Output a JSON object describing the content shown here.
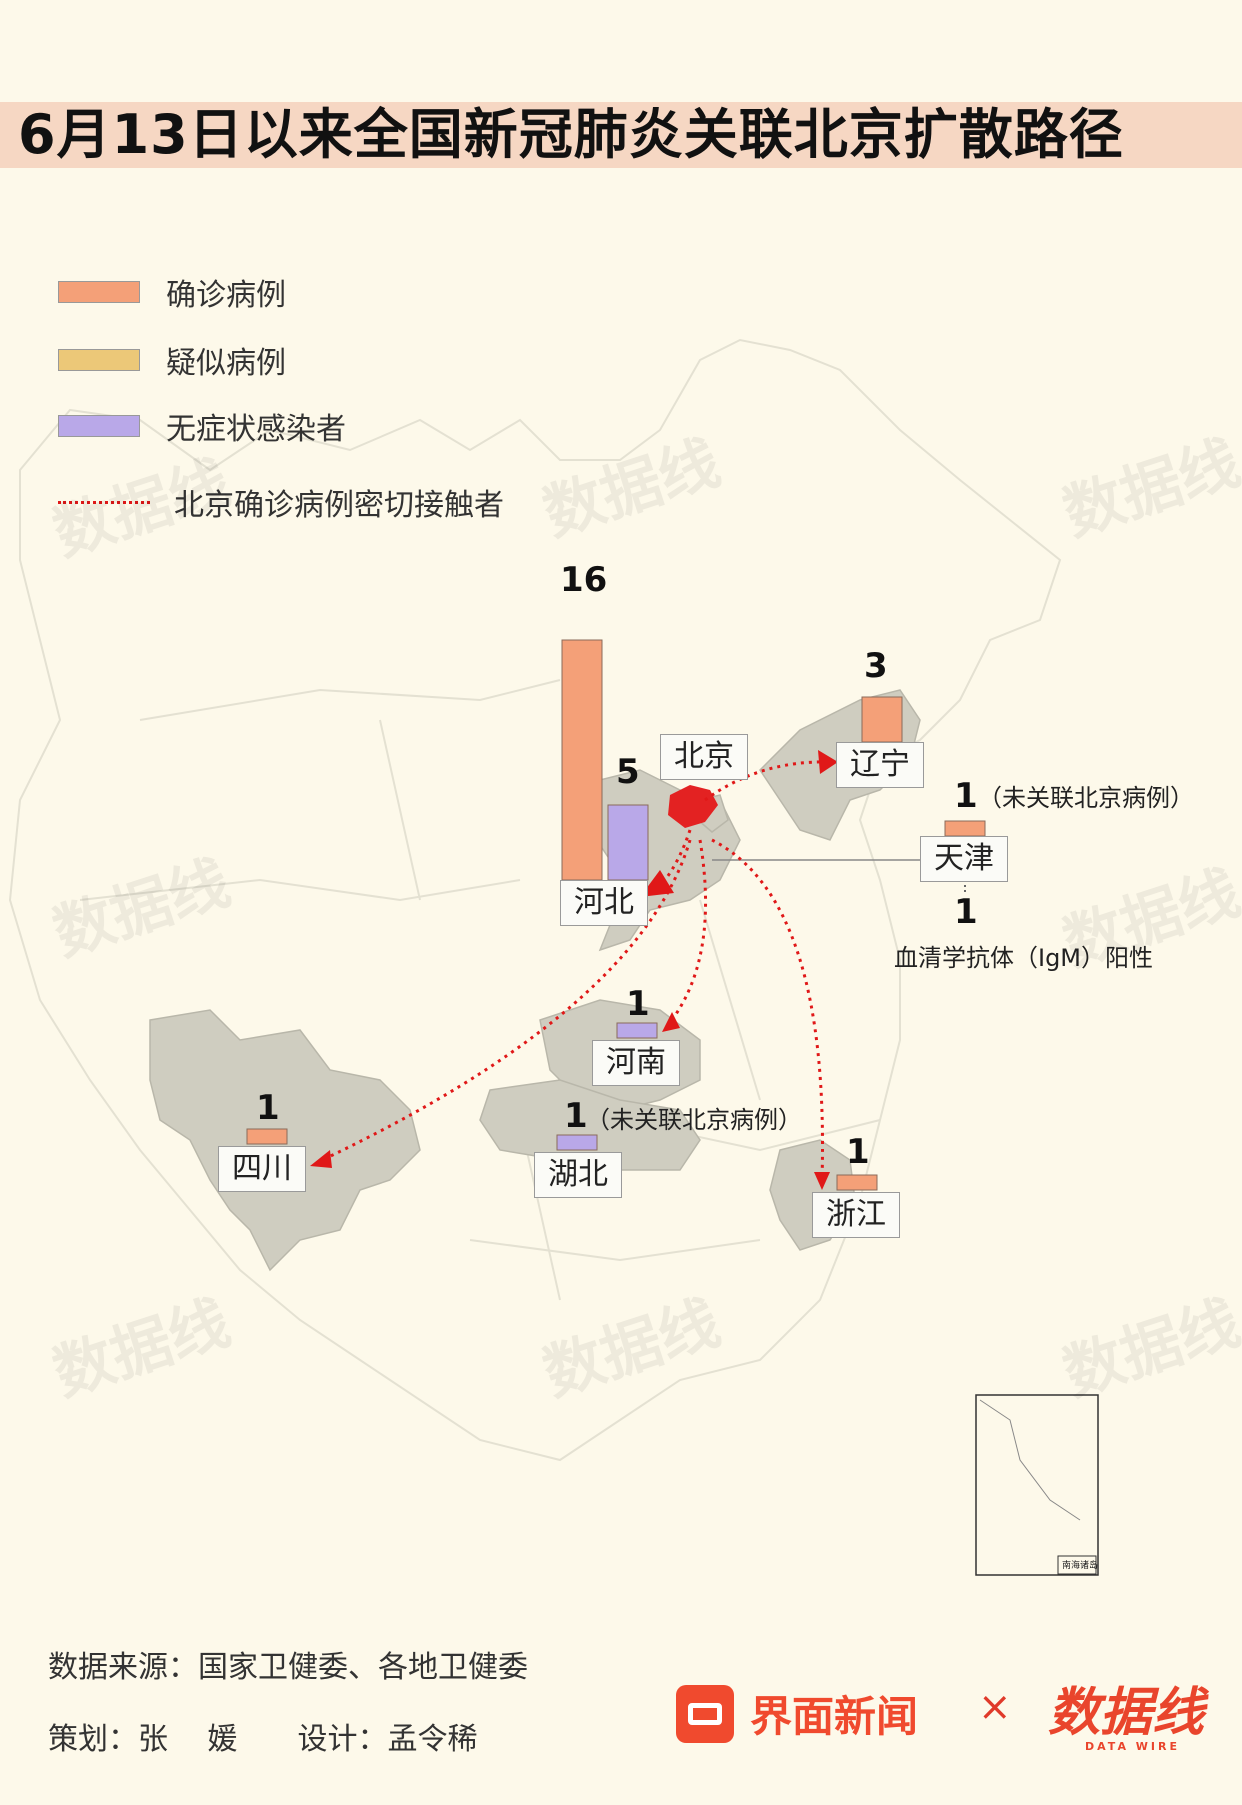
{
  "title": "6月13日以来全国新冠肺炎关联北京扩散路径",
  "legend": {
    "confirmed": "确诊病例",
    "suspected": "疑似病例",
    "asymptomatic": "无症状感染者",
    "contact": "北京确诊病例密切接触者"
  },
  "colors": {
    "confirmed": "#f4a078",
    "suspected": "#ecc878",
    "asymptomatic": "#b9a8e8",
    "beijing": "#e32222",
    "province_fill": "#cfcdc0",
    "contact_line": "#e01818"
  },
  "provinces": {
    "beijing": {
      "name": "北京"
    },
    "hebei": {
      "name": "河北",
      "confirmed": 16,
      "confirmed_label": "16",
      "asymptomatic": 5,
      "asymptomatic_label": "5"
    },
    "liaoning": {
      "name": "辽宁",
      "confirmed": 3,
      "confirmed_label": "3"
    },
    "tianjin": {
      "name": "天津",
      "confirmed": 1,
      "confirmed_label": "1",
      "note": "（未关联北京病例）",
      "antibody": "1",
      "antibody_note": "血清学抗体（IgM）阳性"
    },
    "henan": {
      "name": "河南",
      "asymptomatic": 1,
      "asymptomatic_label": "1"
    },
    "hubei": {
      "name": "湖北",
      "asymptomatic": 1,
      "asymptomatic_label": "1",
      "note": "（未关联北京病例）"
    },
    "sichuan": {
      "name": "四川",
      "confirmed": 1,
      "confirmed_label": "1"
    },
    "zhejiang": {
      "name": "浙江",
      "confirmed": 1,
      "confirmed_label": "1"
    }
  },
  "inset": {
    "label": "南海诸岛"
  },
  "footer": {
    "source": "数据来源：国家卫健委、各地卫健委",
    "credits": "策划：张　 媛　　设计：孟令稀",
    "brand": "界面新闻",
    "times": "×",
    "datawire": "数据线",
    "datawire_sub": "DATA WIRE"
  },
  "watermark": "数据线"
}
